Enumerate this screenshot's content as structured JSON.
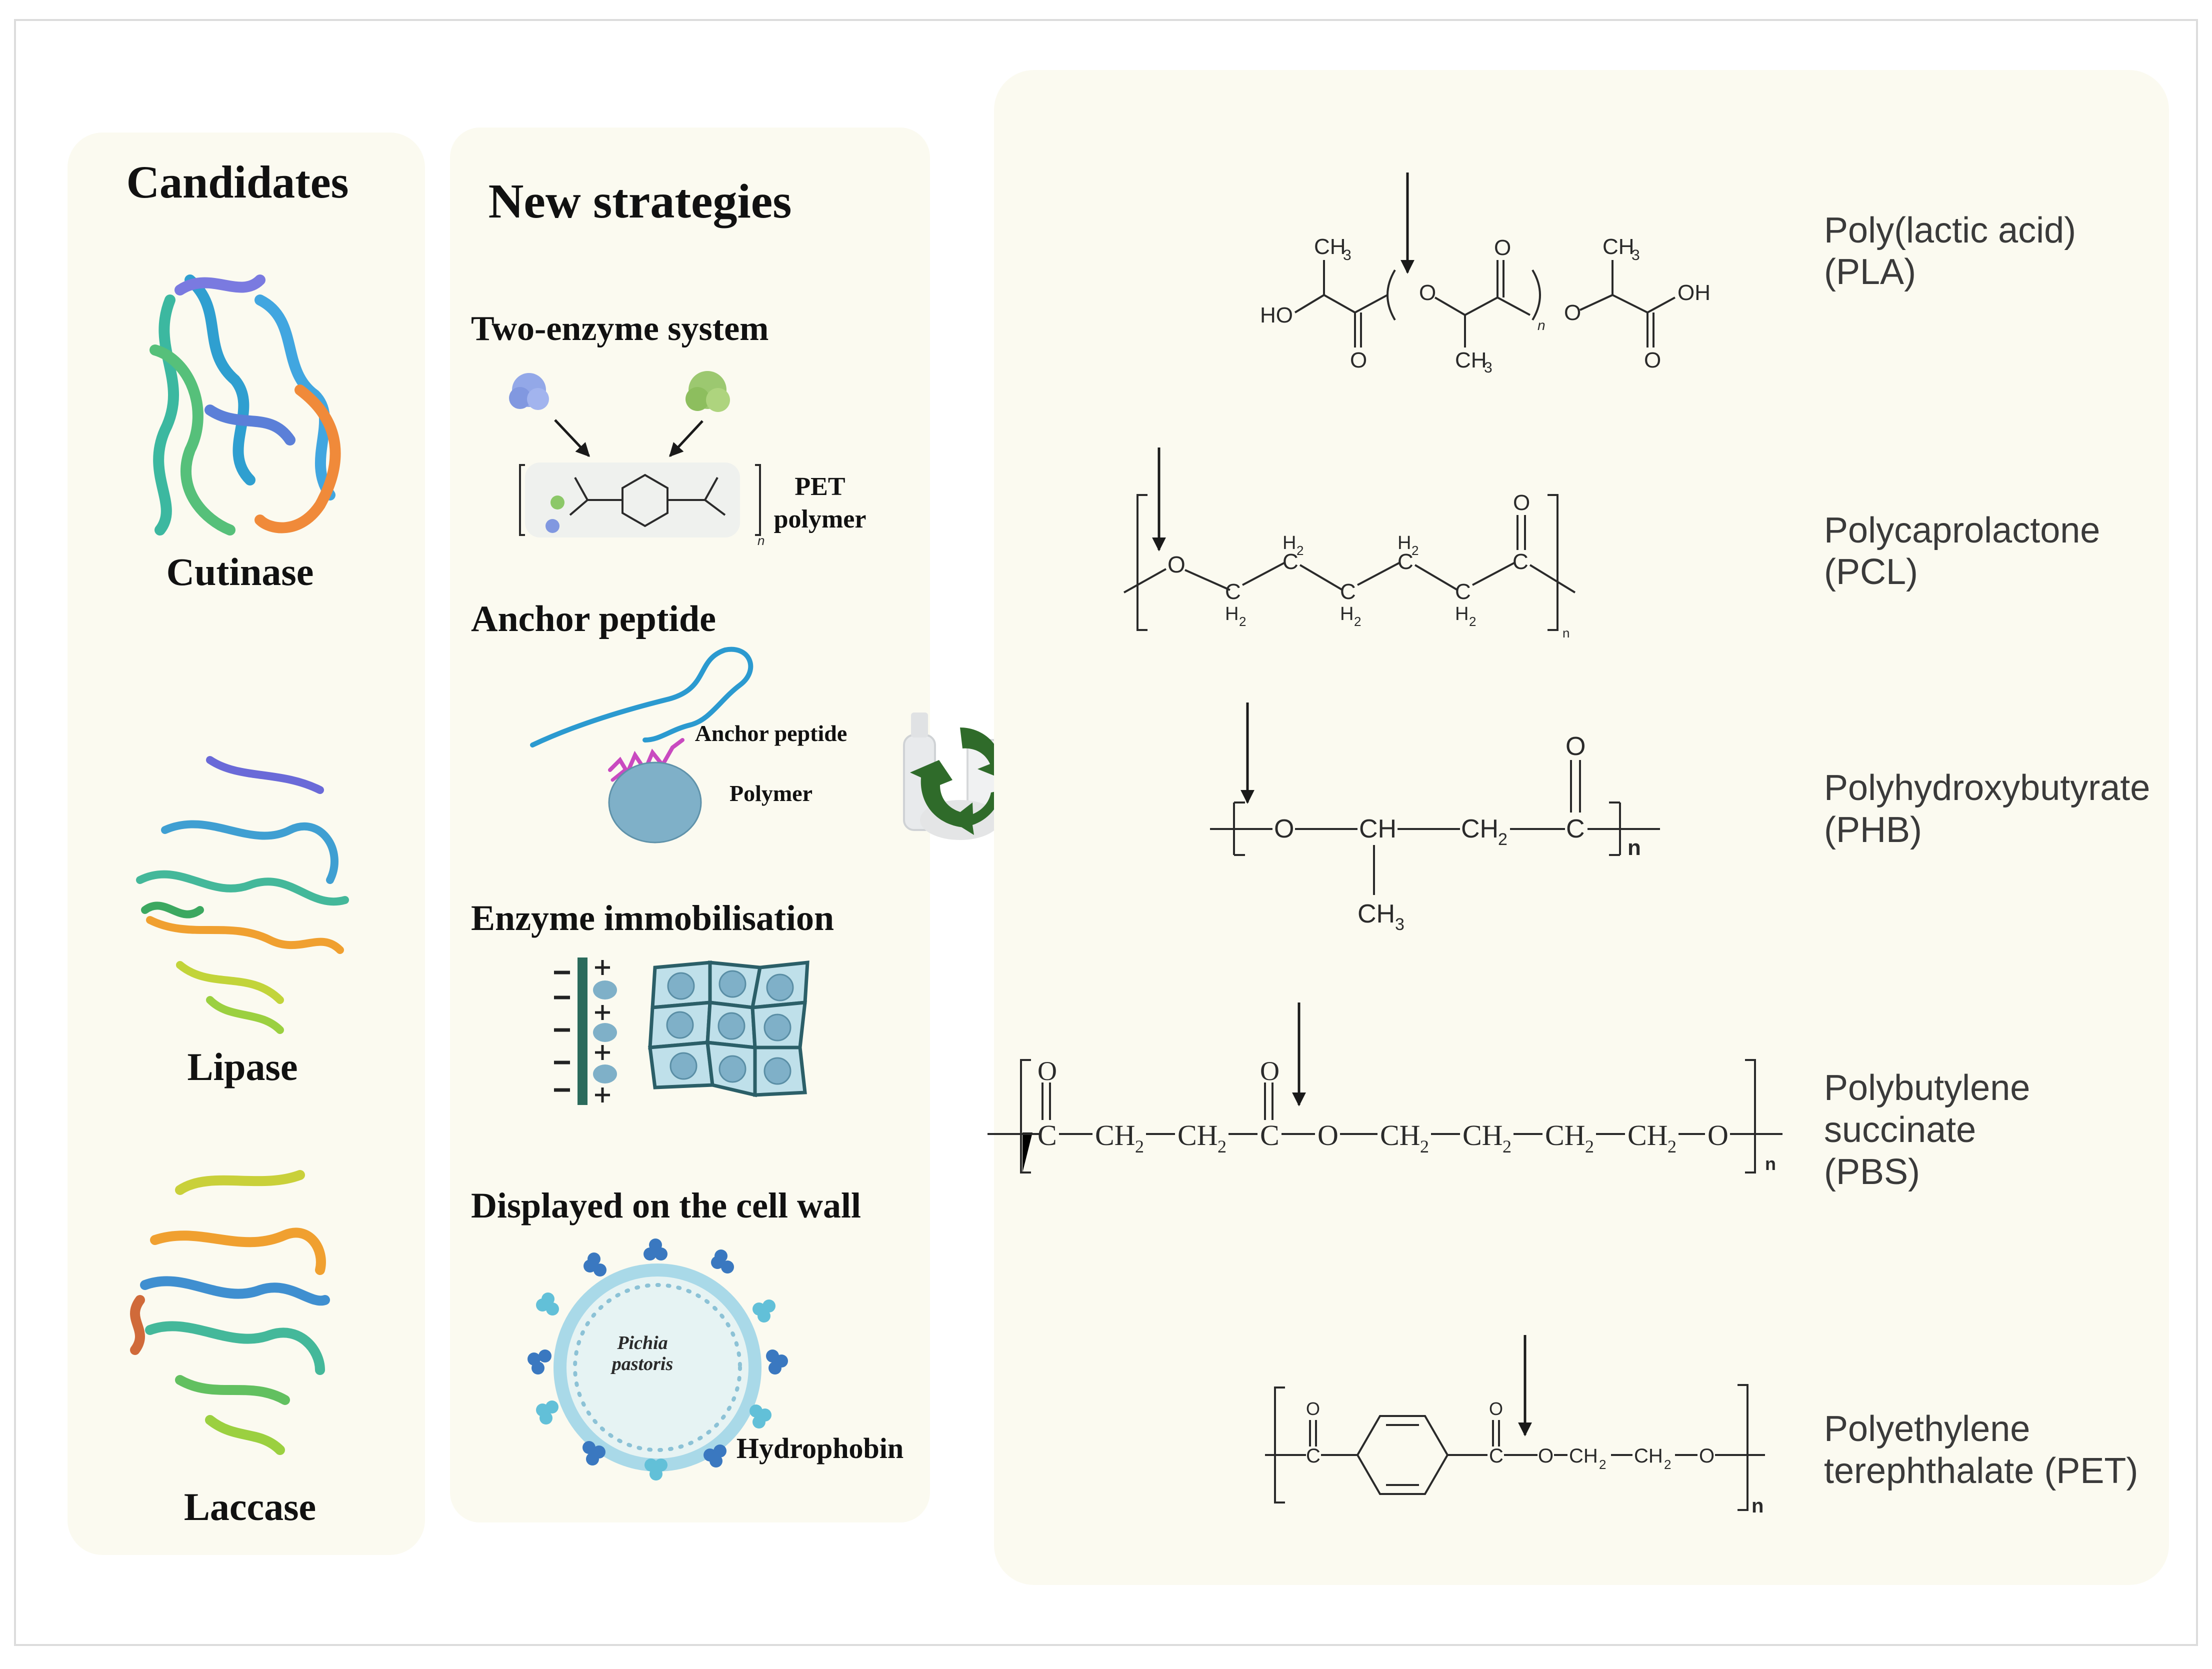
{
  "candidates": {
    "title": "Candidates",
    "enzymes": [
      "Cutinase",
      "Lipase",
      "Laccase"
    ]
  },
  "strategies": {
    "title": "New strategies",
    "two_enzyme": {
      "label": "Two-enzyme  system",
      "pet_line1": "PET",
      "pet_line2": "polymer",
      "subscript_n": "n"
    },
    "anchor": {
      "label": "Anchor peptide",
      "peptide_label": "Anchor peptide",
      "polymer_label": "Polymer"
    },
    "immobilisation": {
      "label": "Enzyme immobilisation"
    },
    "cell_wall": {
      "label": "Displayed on the cell wall",
      "cell_line1": "Pichia",
      "cell_line2": "pastoris",
      "hydrophobin_label": "Hydrophobin"
    }
  },
  "polymers": [
    {
      "line1": "Poly(lactic acid)",
      "line2": "(PLA)",
      "line3": ""
    },
    {
      "line1": "Polycaprolactone",
      "line2": "(PCL)",
      "line3": ""
    },
    {
      "line1": "Polyhydroxybutyrate",
      "line2": "(PHB)",
      "line3": ""
    },
    {
      "line1": "Polybutylene",
      "line2": "succinate",
      "line3": "(PBS)"
    },
    {
      "line1": "Polyethylene",
      "line2": "terephthalate (PET)",
      "line3": ""
    }
  ],
  "chem": {
    "pla": {
      "ho": "HO",
      "oh": "OH",
      "o": "O",
      "ch3": "CH",
      "sub3": "3",
      "n": "n"
    },
    "pcl": {
      "o": "O",
      "c": "C",
      "h2": "H",
      "sub2": "2",
      "n": "n"
    },
    "phb": {
      "o": "O",
      "ch": "CH",
      "ch2": "CH",
      "c": "C",
      "ch3": "CH",
      "sub2": "2",
      "sub3": "3",
      "n": "n"
    },
    "pbs": {
      "o": "O",
      "c": "C",
      "ch2": "CH",
      "sub2": "2",
      "n": "n"
    },
    "pet": {
      "o": "O",
      "c": "C",
      "ch2": "CH",
      "sub2": "2",
      "n": "n"
    }
  },
  "colors": {
    "panel_bg": "#fbfaf0",
    "arrow": "#1a1a1a",
    "recycle": "#2f6b2a",
    "polymer_ball": "#7fb0c8",
    "peptide_blue": "#2b9ad0",
    "peptide_pink": "#c94ac0",
    "cell_ring": "#a9d9e8"
  },
  "icons": [
    "recycle-icon",
    "plastic-bottle-icon",
    "plastic-container-icon",
    "protein-structure-icon",
    "cell-icon",
    "enzyme-blob-icon"
  ]
}
